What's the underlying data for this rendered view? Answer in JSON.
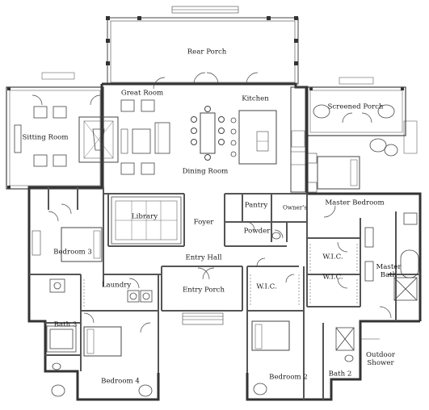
{
  "floorplan": {
    "rooms": {
      "rear_porch": "Rear Porch",
      "great_room": "Great Room",
      "kitchen": "Kitchen",
      "sitting_room": "Sitting Room",
      "screened_porch": "Screened Porch",
      "dining_room": "Dining Room",
      "library": "Library",
      "foyer": "Foyer",
      "pantry": "Pantry",
      "owners": "Owner's",
      "master_bedroom": "Master Bedroom",
      "powder": "Powder",
      "bedroom_3": "Bedroom 3",
      "entry_hall": "Entry Hall",
      "wic_1": "W.I.C.",
      "master_bath": "Master Bath",
      "laundry": "Laundry",
      "entry_porch": "Entry Porch",
      "wic_2": "W.I.C.",
      "wic_3": "W.I.C.",
      "bath_3": "Bath 3",
      "outdoor_shower": "Outdoor Shower",
      "bedroom_4": "Bedroom 4",
      "bedroom_2": "Bedroom 2",
      "bath_2": "Bath 2"
    }
  }
}
